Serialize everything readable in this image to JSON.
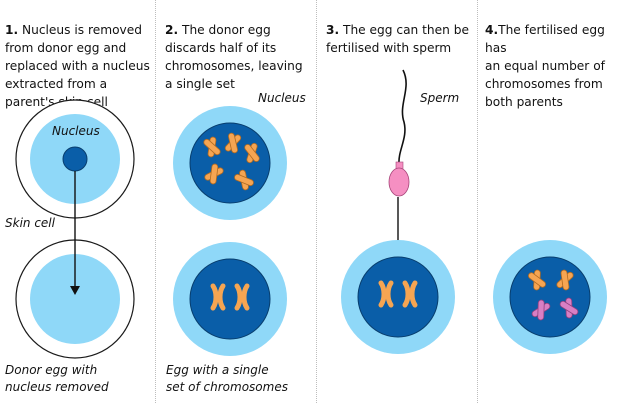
{
  "steps": [
    {
      "number": "1.",
      "text": " Nucleus is removed\nfrom donor egg and\nreplaced with a nucleus\nextracted from a\nparent's skin cell"
    },
    {
      "number": "2.",
      "text": " The donor egg\ndiscards half of its\nchromosomes, leaving\na single set"
    },
    {
      "number": "3.",
      "text": " The egg can then be\nfertilised with sperm"
    },
    {
      "number": "4.",
      "text": "The fertilised egg has\nan equal number of\nchromosomes from\nboth parents"
    }
  ],
  "labels": {
    "nucleus_inner": "Nucleus",
    "skin_cell": "Skin cell",
    "donor_egg": "Donor egg with\nnucleus removed",
    "nucleus_outer": "Nucleus",
    "egg_single_set": "Egg with a single\nset of chromosomes",
    "sperm": "Sperm"
  },
  "colors": {
    "egg_outer": "#8fd8f8",
    "egg_inner": "#3aa8e4",
    "nucleus": "#0a5ea8",
    "chromosome_parent": "#f6a552",
    "chromosome_sperm": "#d97fc4",
    "sperm_head": "#f58fc2",
    "divider": "#bdbdbd"
  }
}
